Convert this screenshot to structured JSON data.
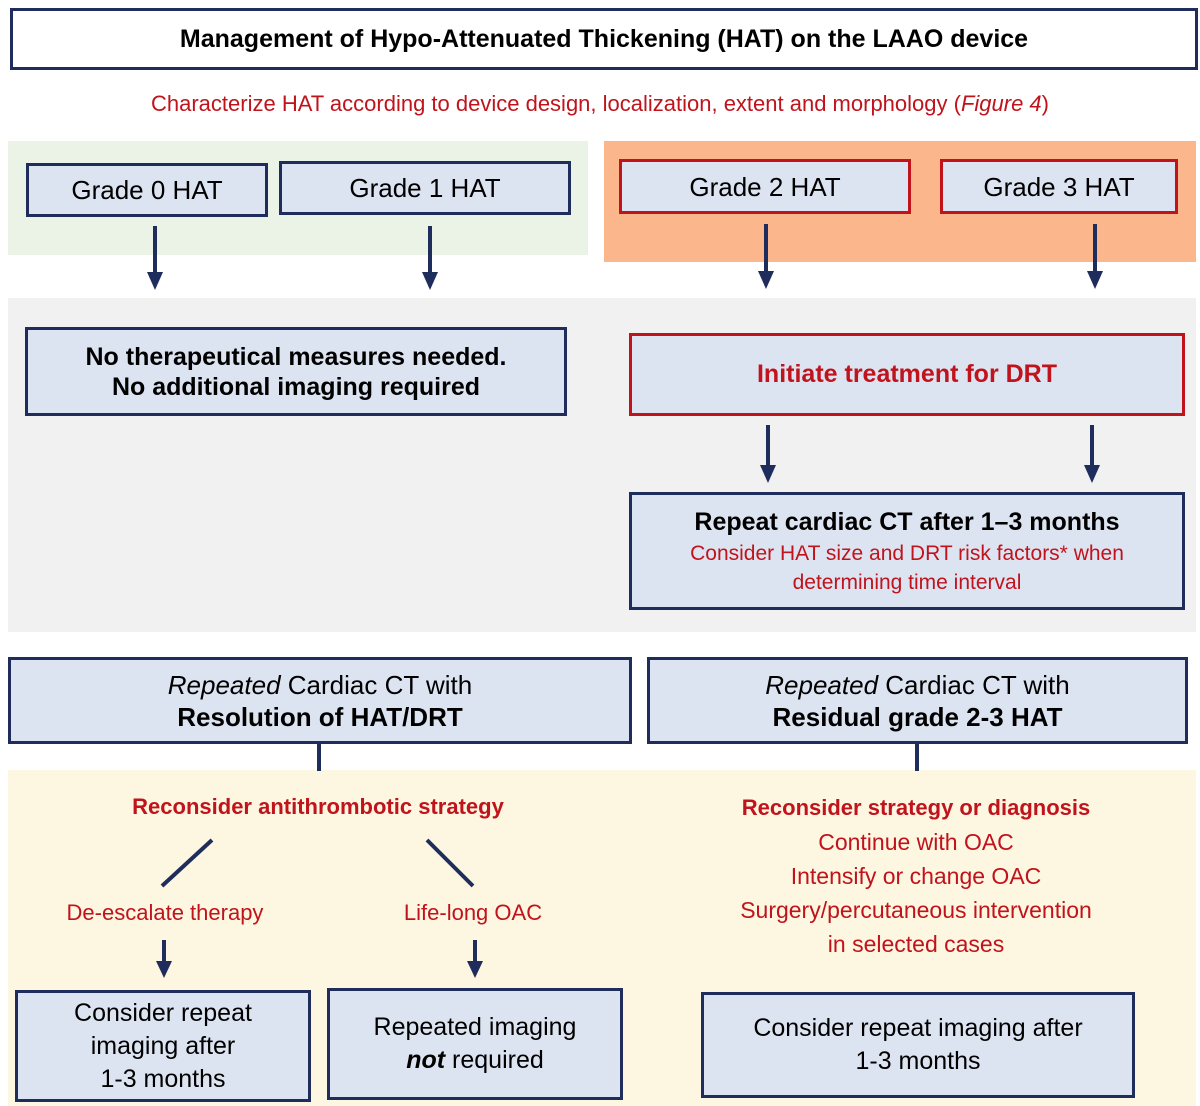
{
  "title": "Management of Hypo-Attenuated Thickening (HAT) on the LAAO device",
  "subtitle": {
    "main": "Characterize HAT according to device design, localization, extent and morphology (",
    "figure": "Figure 4",
    "close": ")"
  },
  "grades": {
    "g0": "Grade 0 HAT",
    "g1": "Grade 1 HAT",
    "g2": "Grade 2 HAT",
    "g3": "Grade 3 HAT"
  },
  "no_measures": {
    "line1": "No therapeutical measures needed.",
    "line2": "No additional imaging required"
  },
  "initiate": "Initiate treatment for DRT",
  "repeat_ct": {
    "title": "Repeat cardiac CT after 1–3 months",
    "note1": "Consider HAT size and DRT risk factors* when",
    "note2": "determining time interval"
  },
  "resolution": {
    "italic": "Repeated",
    "rest": " Cardiac CT with",
    "bold": "Resolution of HAT/DRT"
  },
  "residual": {
    "italic": "Repeated",
    "rest": " Cardiac CT with",
    "bold": "Residual grade 2-3 HAT"
  },
  "reconsider_antithrombotic": "Reconsider antithrombotic strategy",
  "deescalate": "De-escalate therapy",
  "lifelong": "Life-long OAC",
  "reconsider_strategy": {
    "title": "Reconsider strategy or diagnosis",
    "items": [
      "Continue with OAC",
      "Intensify or change OAC",
      "Surgery/percutaneous intervention",
      "in selected cases"
    ]
  },
  "consider_repeat_left": {
    "line1": "Consider repeat",
    "line2": "imaging after",
    "line3": "1-3 months"
  },
  "not_required": {
    "line1": "Repeated imaging",
    "not": "not",
    "rest": " required"
  },
  "consider_repeat_right": {
    "line1": "Consider repeat imaging after",
    "line2": "1-3 months"
  },
  "colors": {
    "navy": "#1f2d5c",
    "red": "#c0131c",
    "box_fill": "#dde4f1",
    "green_bg": "#eaf3e6",
    "orange_bg": "#fbb68c",
    "gray_bg": "#f1f1f1",
    "yellow_bg": "#fdf6e0"
  }
}
